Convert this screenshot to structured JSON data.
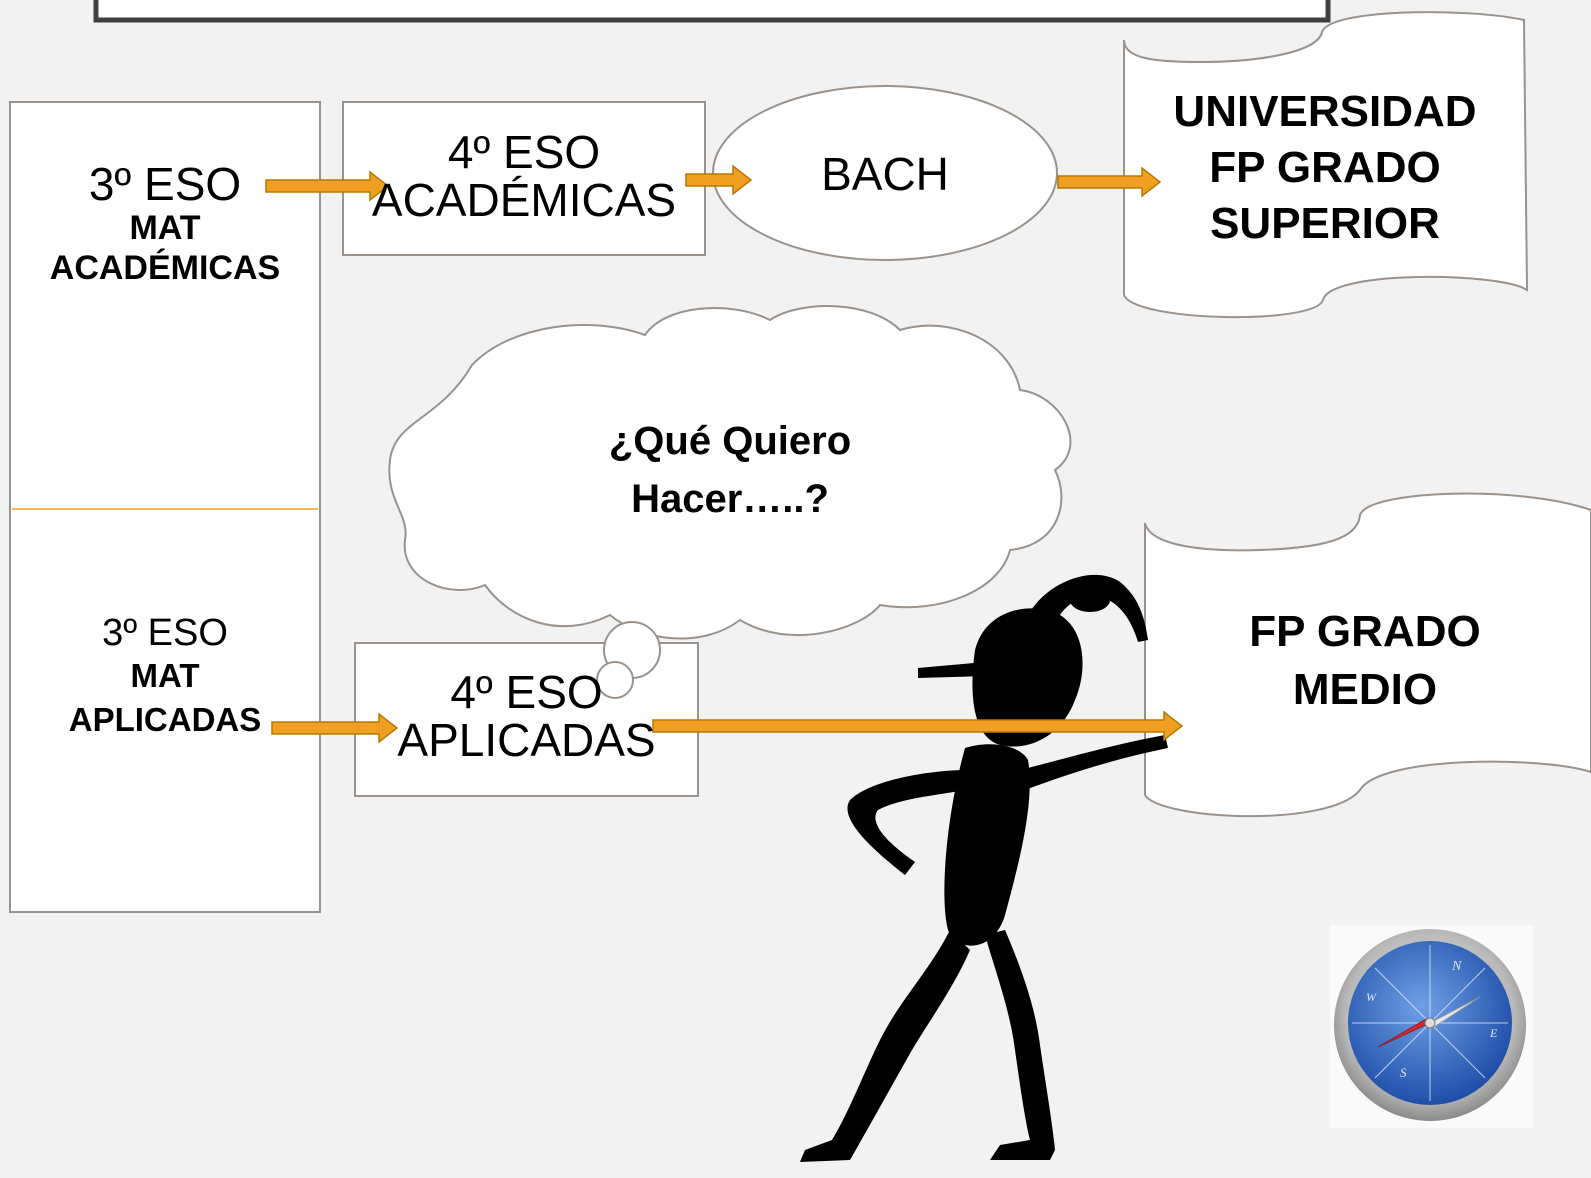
{
  "col_academicas": {
    "line1": "3º ESO",
    "line2": "MAT",
    "line3": "ACADÉMICAS"
  },
  "col_aplicadas": {
    "line1": "3º ESO",
    "line2": "MAT",
    "line3": "APLICADAS"
  },
  "eso4_academicas": {
    "line1": "4º ESO",
    "line2": "ACADÉMICAS"
  },
  "eso4_aplicadas": {
    "line1": "4º ESO",
    "line2": "APLICADAS"
  },
  "bach": {
    "label": "BACH"
  },
  "univ": {
    "line1": "UNIVERSIDAD",
    "line2": "FP GRADO",
    "line3": "SUPERIOR"
  },
  "fp_medio": {
    "line1": "FP GRADO",
    "line2": "MEDIO"
  },
  "thought": {
    "line1": "¿Qué Quiero",
    "line2": "Hacer…..?"
  },
  "compass": {
    "n": "N",
    "s": "S",
    "e": "E",
    "w": "W"
  },
  "colors": {
    "arrow": "#f0a020",
    "arrow_stroke": "#b87800",
    "border": "#9a928c",
    "divider": "#f0a020"
  }
}
